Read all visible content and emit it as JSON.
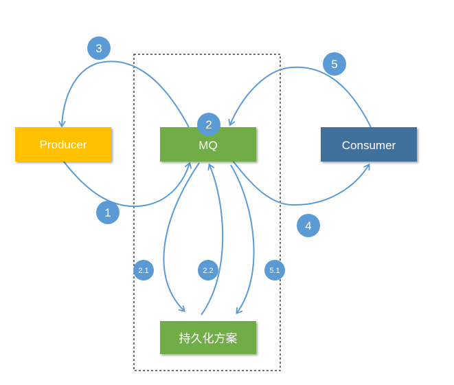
{
  "nodes": {
    "producer": {
      "label": "Producer",
      "color": "#ffc000"
    },
    "mq": {
      "label": "MQ",
      "color": "#70ad47"
    },
    "consumer": {
      "label": "Consumer",
      "color": "#41719c"
    },
    "persistence": {
      "label": "持久化方案",
      "color": "#70ad47"
    }
  },
  "steps": {
    "s1": "1",
    "s2": "2",
    "s3": "3",
    "s4": "4",
    "s5": "5",
    "s21": "2.1",
    "s22": "2.2",
    "s51": "5.1"
  },
  "colors": {
    "arrow": "#5b9bd5",
    "badge": "#5b9bd5",
    "boundary": "#404040"
  }
}
